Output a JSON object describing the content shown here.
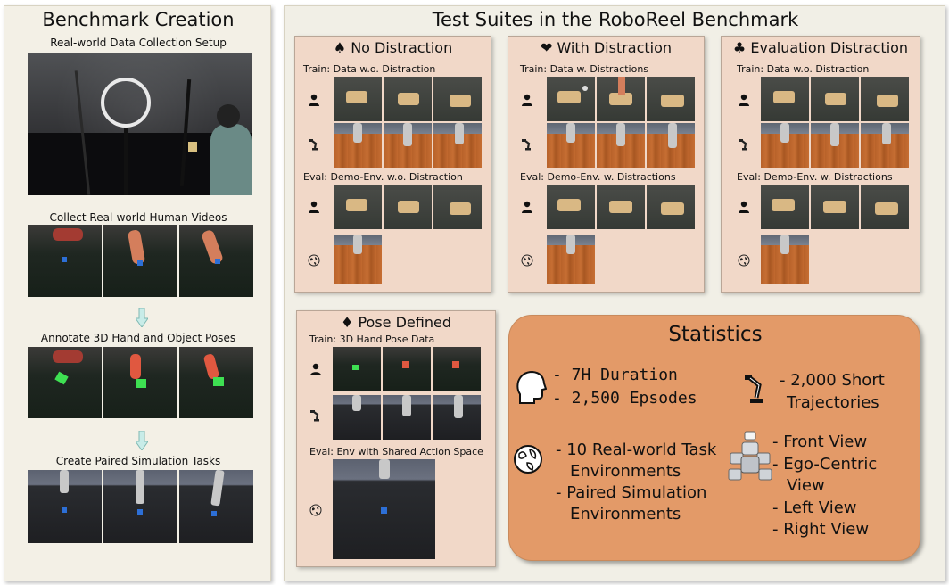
{
  "left_panel": {
    "title": "Benchmark Creation",
    "setup_label": "Real-world Data Collection Setup",
    "collect_label": "Collect Real-world Human Videos",
    "annotate_label": "Annotate 3D Hand and Object Poses",
    "simulate_label": "Create Paired Simulation Tasks"
  },
  "right_panel": {
    "title": "Test Suites in the RoboReel Benchmark"
  },
  "suites": {
    "no_distraction": {
      "symbol": "♠",
      "title": "No Distraction",
      "train_label": "Train: Data w.o. Distraction",
      "eval_label": "Eval: Demo-Env. w.o. Distraction"
    },
    "with_distraction": {
      "symbol": "❤",
      "title": "With Distraction",
      "train_label": "Train: Data w. Distractions",
      "eval_label": "Eval: Demo-Env. w. Distractions"
    },
    "evaluation_distraction": {
      "symbol": "♣",
      "title": "Evaluation Distraction",
      "train_label": "Train: Data w.o. Distraction",
      "eval_label": "Eval: Demo-Env. w. Distractions"
    },
    "pose_defined": {
      "symbol": "♦",
      "title": "Pose Defined",
      "train_label": "Train: 3D Hand Pose Data",
      "eval_label": "Eval: Env with Shared Action Space"
    }
  },
  "statistics": {
    "title": "Statistics",
    "duration": "- 7H Duration",
    "episodes": "- 2,500 Epsodes",
    "trajectories_line1": "- 2,000 Short",
    "trajectories_line2": "Trajectories",
    "env_line1": "- 10 Real-world Task",
    "env_line2": "Environments",
    "env_line3": "- Paired Simulation",
    "env_line4": "Environments",
    "view_front": "- Front View",
    "view_ego_line1": "- Ego-Centric",
    "view_ego_line2": "View",
    "view_left": "- Left View",
    "view_right": "- Right View"
  },
  "icons": {
    "person": "person-icon",
    "robot": "robot-arm-icon",
    "globe": "globe-icon",
    "head": "head-profile-icon",
    "cameras": "multi-camera-icon"
  },
  "colors": {
    "suite_bg": "#f1d8c8",
    "stats_bg": "#e39a68",
    "panel_bg": "#f3f0e6",
    "arrow": "#c8ece8"
  }
}
